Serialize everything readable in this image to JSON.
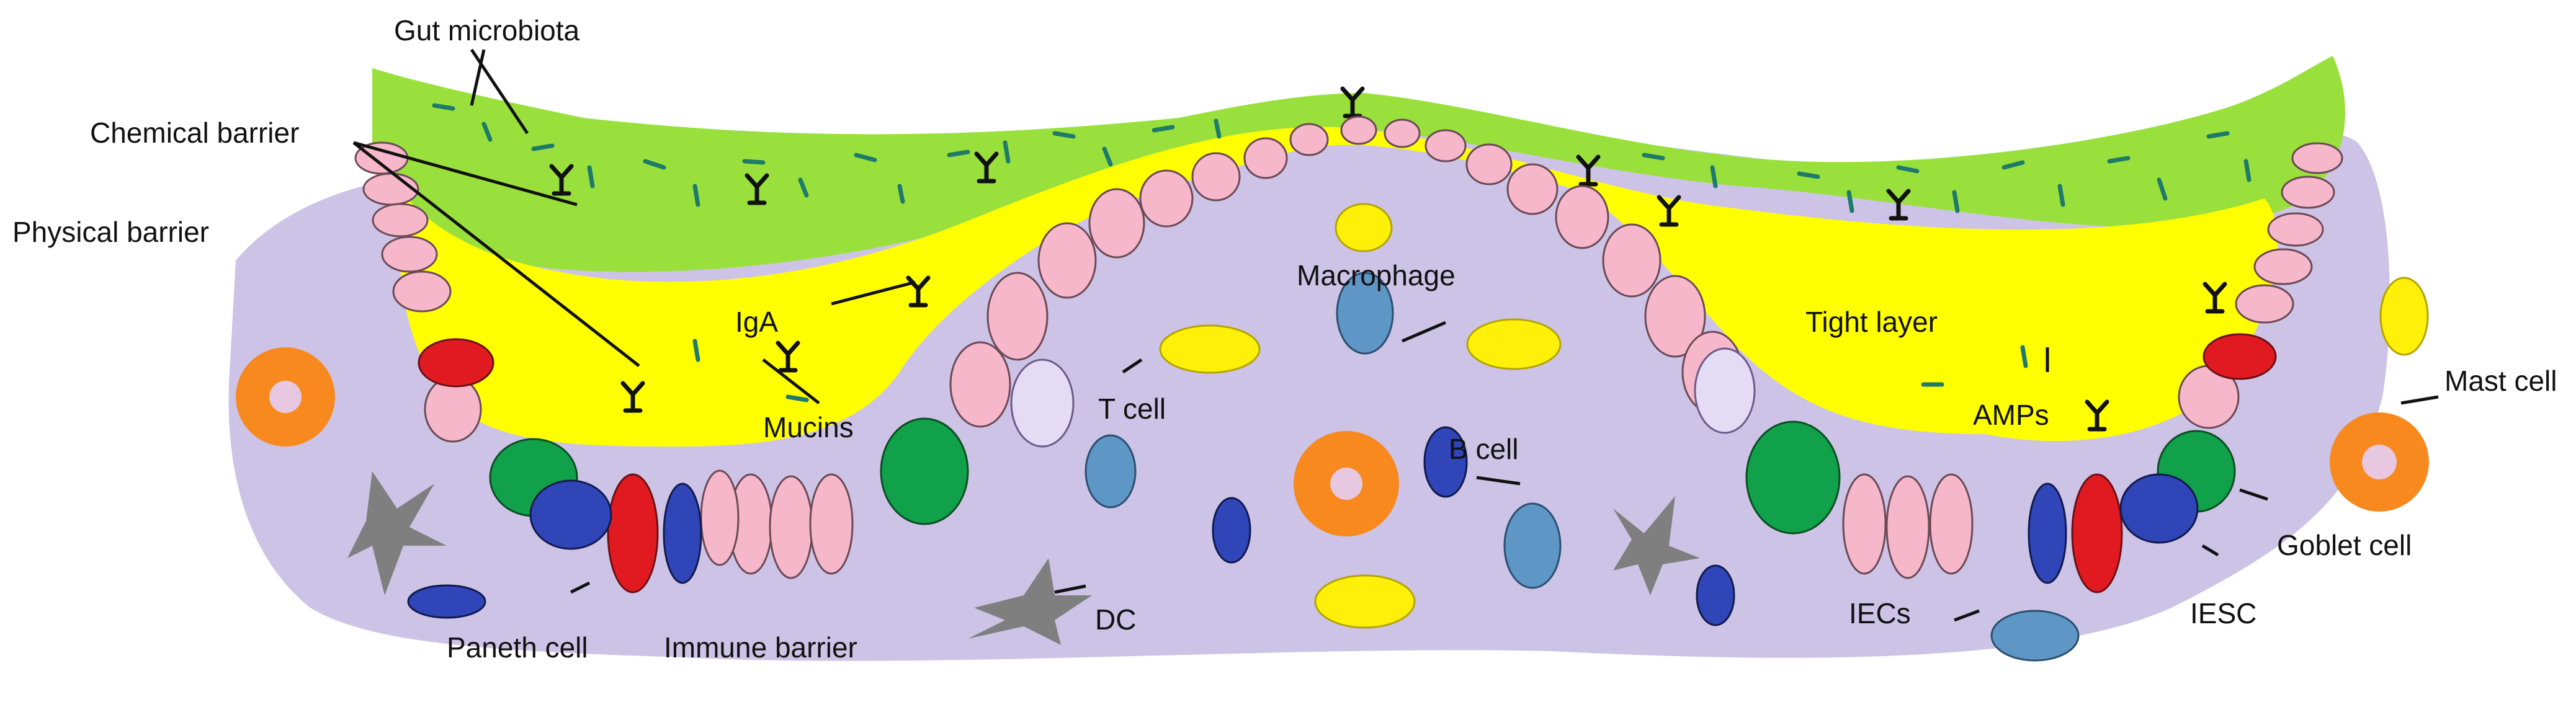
{
  "labels": {
    "gut_microbiota": "Gut microbiota",
    "chemical_barrier": "Chemical barrier",
    "physical_barrier": "Physical barrier",
    "iga": "IgA",
    "mucins": "Mucins",
    "macrophage": "Macrophage",
    "tight_layer": "Tight layer",
    "t_cell": "T cell",
    "b_cell": "B cell",
    "amps": "AMPs",
    "mast_cell": "Mast cell",
    "goblet_cell": "Goblet cell",
    "iesc": "IESC",
    "iecs": "IECs",
    "dc": "DC",
    "paneth_cell": "Paneth cell",
    "immune_barrier": "Immune barrier"
  },
  "colors": {
    "lamina_propria": "#CDC3E6",
    "mucus_layer": "#FFFF00",
    "outer_mucus": "#99E03C",
    "epithelial_cell": "#F6B7CB",
    "paneth_cell": "#E11A22",
    "goblet_cell": "#11A14A",
    "stem_cell": "#2F45B8",
    "macrophage": "#5E96C6",
    "mast_cell": "#F7891E",
    "t_cell": "#FFF00A",
    "dendritic_cell": "#7F7F7F"
  },
  "icons": [
    "bacteria-icon",
    "iga-antibody-icon",
    "mucin-icon"
  ]
}
